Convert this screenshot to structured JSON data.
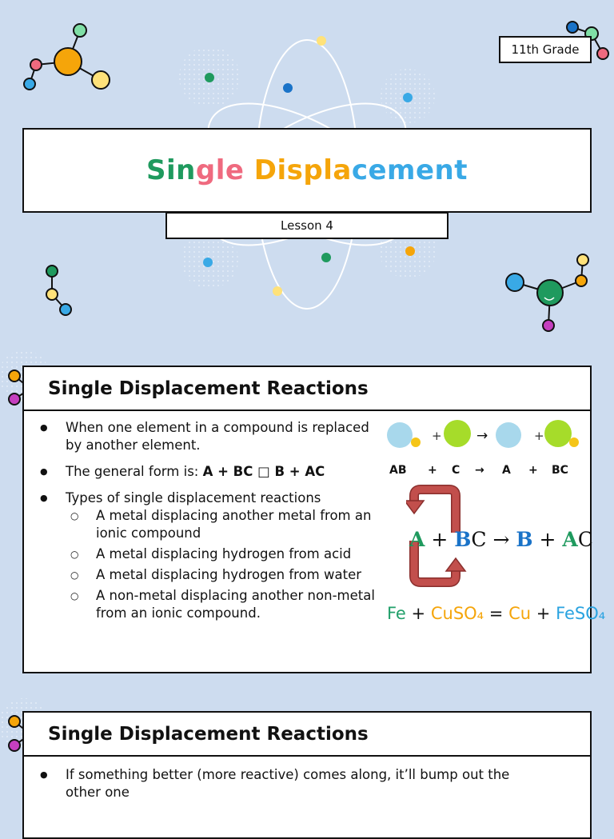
{
  "grade": "11th Grade",
  "title": {
    "segments": [
      {
        "text": "Sin",
        "color": "#1f9a5e"
      },
      {
        "text": "gle",
        "color": "#ef6a7f"
      },
      {
        "text": " ",
        "color": "#111111"
      },
      {
        "text": "Displa",
        "color": "#f5a50a"
      },
      {
        "text": "cement",
        "color": "#39a9e6"
      }
    ]
  },
  "lesson": "Lesson 4",
  "card1": {
    "heading": "Single Displacement Reactions",
    "bullet1": "When one element in a compound is replaced by another element.",
    "bullet2_prefix": "The general form is:  ",
    "bullet2_bold": "A + BC □ B + AC",
    "bullet3": "Types of single displacement reactions",
    "sub": [
      "A metal displacing another metal from an ionic compound",
      "A metal displacing hydrogen from acid",
      "A metal displacing hydrogen from water",
      "A non-metal displacing another non-metal from an ionic compound."
    ],
    "diagram_labels": [
      "AB",
      "+",
      "C",
      "→",
      "A",
      "+",
      "BC"
    ],
    "diagram_ops": [
      "+",
      "→",
      "+"
    ],
    "eq1": {
      "a": "A",
      "plus1": "+",
      "b": "B",
      "c": "C",
      "arrow": "→",
      "b2": "B",
      "plus2": "+",
      "a2": "A",
      "c2": "C"
    },
    "eq2": {
      "fe": "Fe",
      "plus1": "+",
      "cuso": "CuSO₄",
      "eq": "=",
      "cu": "Cu",
      "plus2": "+",
      "feso": "FeSO₄"
    }
  },
  "card2": {
    "heading": "Single Displacement Reactions",
    "bullet1": "If something better (more reactive) comes along, it’ll bump out the other one"
  },
  "colors": {
    "background": "#cddcef",
    "green": "#1f9a5e",
    "pink": "#ef6a7f",
    "orange": "#f5a50a",
    "blue": "#39a9e6",
    "dark_blue": "#1a73c8",
    "lime": "#a6dc2a",
    "light_blue": "#a8d8ec",
    "arrow_red": "#b94a48"
  }
}
